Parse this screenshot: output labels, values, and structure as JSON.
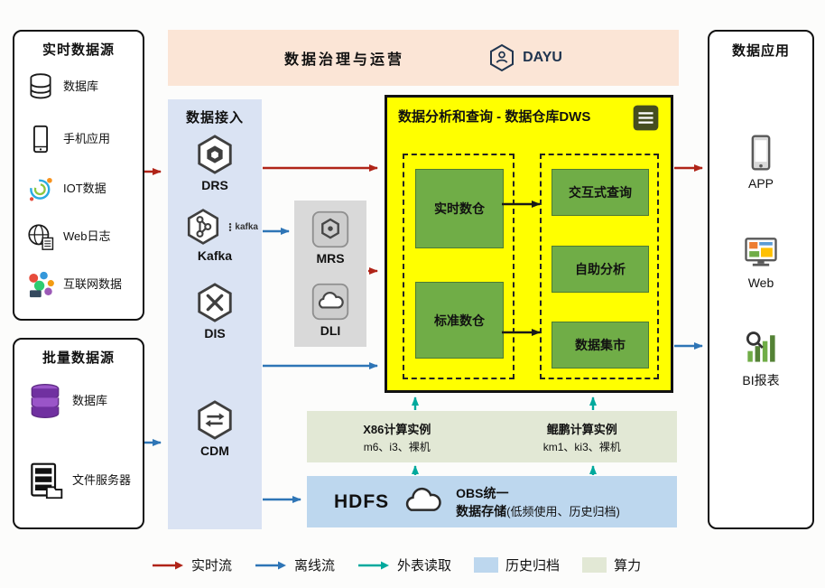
{
  "banner": {
    "title": "数据治理与运营",
    "logo": "DAYU"
  },
  "realtime_sources": {
    "title": "实时数据源",
    "items": [
      {
        "label": "数据库",
        "icon": "database-icon"
      },
      {
        "label": "手机应用",
        "icon": "phone-icon"
      },
      {
        "label": "IOT数据",
        "icon": "iot-icon"
      },
      {
        "label": "Web日志",
        "icon": "web-log-icon"
      },
      {
        "label": "互联网数据",
        "icon": "internet-data-icon"
      }
    ]
  },
  "batch_sources": {
    "title": "批量数据源",
    "items": [
      {
        "label": "数据库",
        "icon": "purple-database-icon"
      },
      {
        "label": "文件服务器",
        "icon": "file-server-icon"
      }
    ]
  },
  "ingestion": {
    "title": "数据接入",
    "items": [
      {
        "label": "DRS",
        "icon": "drs-hexagon-icon"
      },
      {
        "label": "Kafka",
        "brand": "kafka",
        "icon": "kafka-hexagon-icon"
      },
      {
        "label": "DIS",
        "icon": "dis-hexagon-icon"
      },
      {
        "label": "CDM",
        "icon": "cdm-hexagon-icon"
      }
    ]
  },
  "processing": {
    "items": [
      {
        "label": "MRS",
        "icon": "mrs-icon"
      },
      {
        "label": "DLI",
        "icon": "dli-icon"
      }
    ]
  },
  "dws": {
    "title": "数据分析和查询 - 数据仓库DWS",
    "warehouses": [
      {
        "label": "实时数仓"
      },
      {
        "label": "标准数仓"
      }
    ],
    "services": [
      {
        "label": "交互式查询"
      },
      {
        "label": "自助分析"
      },
      {
        "label": "数据集市"
      }
    ]
  },
  "compute": {
    "x86": {
      "title": "X86计算实例",
      "subtitle": "m6、i3、裸机"
    },
    "kunpeng": {
      "title": "鲲鹏计算实例",
      "subtitle": "km1、ki3、裸机"
    }
  },
  "storage": {
    "hdfs": "HDFS",
    "obs_line1": "OBS统一",
    "obs_line2": "数据存储",
    "obs_note": "(低频使用、历史归档)"
  },
  "applications": {
    "title": "数据应用",
    "items": [
      {
        "label": "APP",
        "icon": "app-phone-icon"
      },
      {
        "label": "Web",
        "icon": "web-monitor-icon"
      },
      {
        "label": "BI报表",
        "icon": "bi-report-icon"
      }
    ]
  },
  "legend": {
    "realtime": "实时流",
    "offline": "离线流",
    "external": "外表读取",
    "archive": "历史归档",
    "compute": "算力"
  },
  "colors": {
    "banner_bg": "#fbe5d6",
    "ingestion_bg": "#dae3f3",
    "processing_bg": "#d9d9d9",
    "dws_bg": "#ffff00",
    "green_box": "#70ad47",
    "compute_bg": "#e2e8d5",
    "storage_bg": "#bdd7ee",
    "realtime_arrow": "#b02418",
    "offline_arrow": "#2e75b6",
    "external_arrow": "#00a99d",
    "purple_db": "#7030a0"
  }
}
